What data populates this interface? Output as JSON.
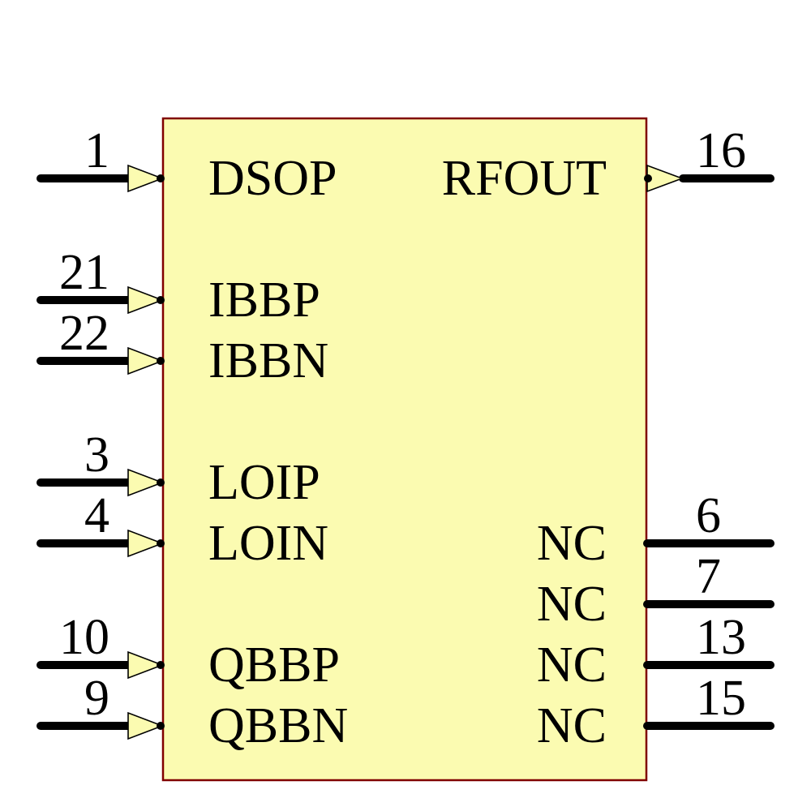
{
  "component": {
    "type": "schematic-symbol",
    "body_fill": "#FBFBB1",
    "body_border": "#800000",
    "pin_color": "#000000",
    "text_color": "#000000"
  },
  "pins": {
    "left": [
      {
        "number": "1",
        "label": "DSOP"
      },
      {
        "number": "21",
        "label": "IBBP"
      },
      {
        "number": "22",
        "label": "IBBN"
      },
      {
        "number": "3",
        "label": "LOIP"
      },
      {
        "number": "4",
        "label": "LOIN"
      },
      {
        "number": "10",
        "label": "QBBP"
      },
      {
        "number": "9",
        "label": "QBBN"
      }
    ],
    "right": [
      {
        "number": "16",
        "label": "RFOUT"
      },
      {
        "number": "6",
        "label": "NC"
      },
      {
        "number": "7",
        "label": "NC"
      },
      {
        "number": "13",
        "label": "NC"
      },
      {
        "number": "15",
        "label": "NC"
      }
    ]
  }
}
